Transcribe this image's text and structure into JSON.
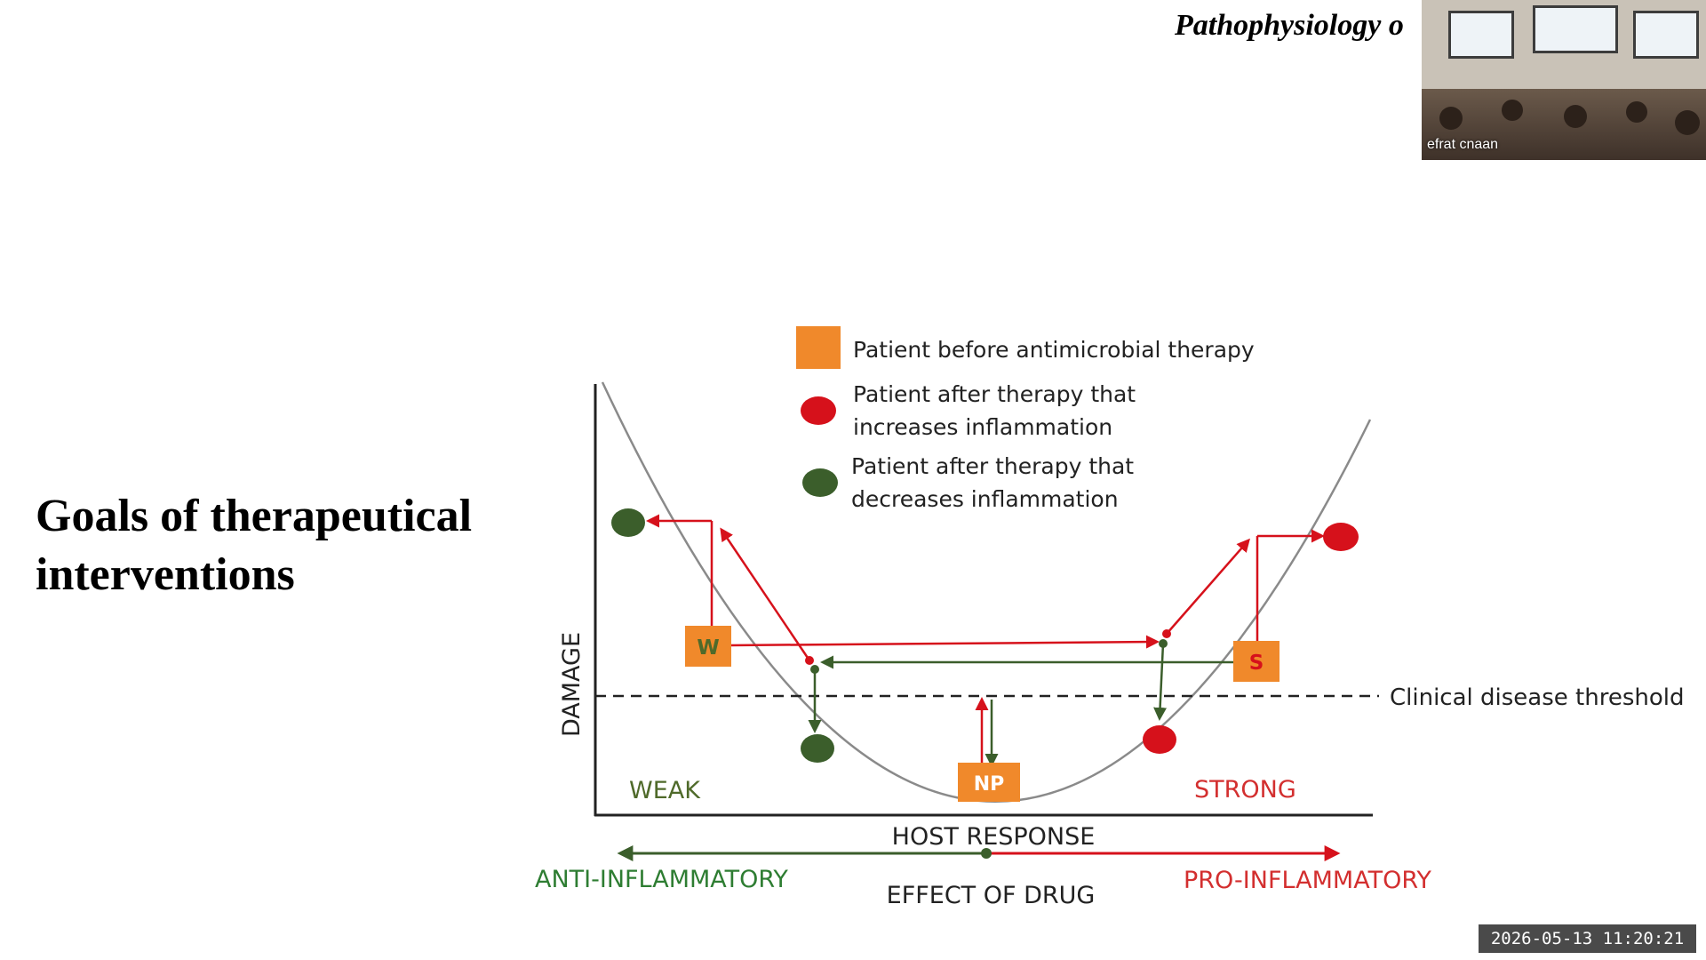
{
  "header": {
    "title_fragment": "Pathophysiology o"
  },
  "video": {
    "participant_name": "efrat cnaan"
  },
  "slide": {
    "heading_line1": "Goals of therapeutical",
    "heading_line2": "interventions"
  },
  "figure": {
    "legend": {
      "before": "Patient before antimicrobial therapy",
      "increase_line1": "Patient after therapy that",
      "increase_line2": "increases inflammation",
      "decrease_line1": "Patient after therapy that",
      "decrease_line2": "decreases inflammation"
    },
    "y_axis_label": "DAMAGE",
    "x_axis_label": "HOST RESPONSE",
    "threshold_label": "Clinical disease threshold",
    "region_weak": "WEAK",
    "region_strong": "STRONG",
    "marker_w": "W",
    "marker_s": "S",
    "marker_np": "NP",
    "drug_axis_left": "ANTI-INFLAMMATORY",
    "drug_axis_center": "EFFECT OF DRUG",
    "drug_axis_right": "PRO-INFLAMMATORY",
    "colors": {
      "orange": "#f0892b",
      "red": "#d6111b",
      "green": "#3b5e2b",
      "label_green": "#2e7d32",
      "label_red": "#d32f2f",
      "olive": "#4f6a2a"
    }
  },
  "timestamp": "2026-05-13 11:20:21"
}
